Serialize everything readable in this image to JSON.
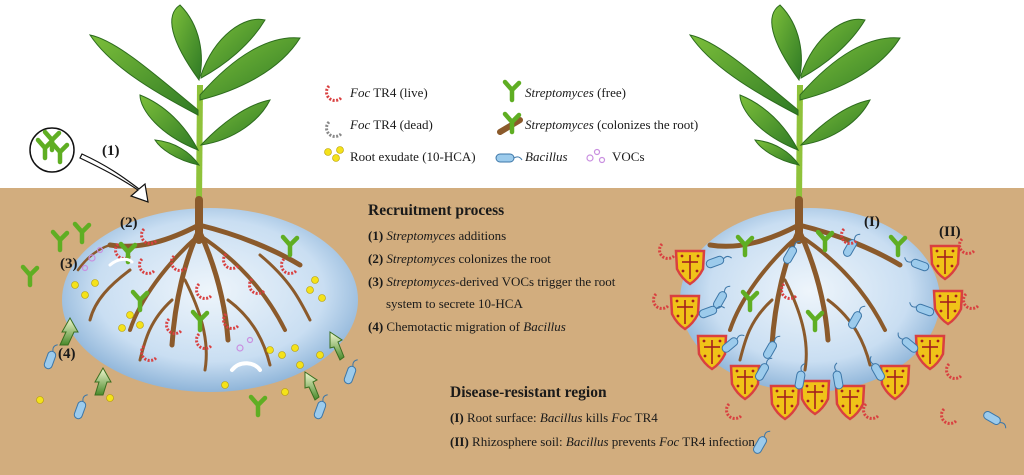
{
  "legend": {
    "foc_live": {
      "italic": "Foc",
      "rest": " TR4 (live)"
    },
    "foc_dead": {
      "italic": "Foc",
      "rest": " TR4 (dead)"
    },
    "root_exudate": "Root exudate (10-HCA)",
    "strep_free": {
      "italic": "Streptomyces",
      "rest": " (free)"
    },
    "strep_colonize": {
      "italic": "Streptomyces",
      "rest": " (colonizes the root)"
    },
    "bacillus": {
      "italic": "Bacillus"
    },
    "vocs": "VOCs"
  },
  "recruitment": {
    "title": "Recruitment process",
    "s1": {
      "num": "(1)",
      "italic": "Streptomyces",
      "rest": " additions"
    },
    "s2": {
      "num": "(2)",
      "italic": "Streptomyces",
      "rest": " colonizes the root"
    },
    "s3": {
      "num": "(3)",
      "italic": "Streptomyces",
      "rest": "-derived VOCs trigger the root"
    },
    "s3b": "system to secrete 10-HCA",
    "s4": {
      "num": "(4)",
      "pre": " Chemotactic migration of ",
      "italic": "Bacillus"
    }
  },
  "resistant": {
    "title": "Disease-resistant region",
    "r1": {
      "num": "(I)",
      "pre": " Root surface: ",
      "italic": "Bacillus",
      "mid": " kills ",
      "italic2": "Foc",
      "rest": " TR4"
    },
    "r2": {
      "num": "(II)",
      "pre": " Rhizosphere soil: ",
      "italic": "Bacillus",
      "mid": " prevents ",
      "italic2": "Foc",
      "rest": " TR4 infection"
    }
  },
  "markers": {
    "m1": "(1)",
    "m2": "(2)",
    "m3": "(3)",
    "m4": "(4)",
    "mI": "(I)",
    "mII": "(II)"
  },
  "colors": {
    "soil": "#d2ad7e",
    "rhizosphere": "#c9def2",
    "root": "#8b5a2b",
    "leaf": "#3f8a2f",
    "streptomyces": "#6fbb2a",
    "bacillus": "#8fc1e6",
    "exudate": "#f4e21a",
    "voc": "#c98fe0",
    "foc": "#d94040",
    "shield": "#e8b800"
  }
}
